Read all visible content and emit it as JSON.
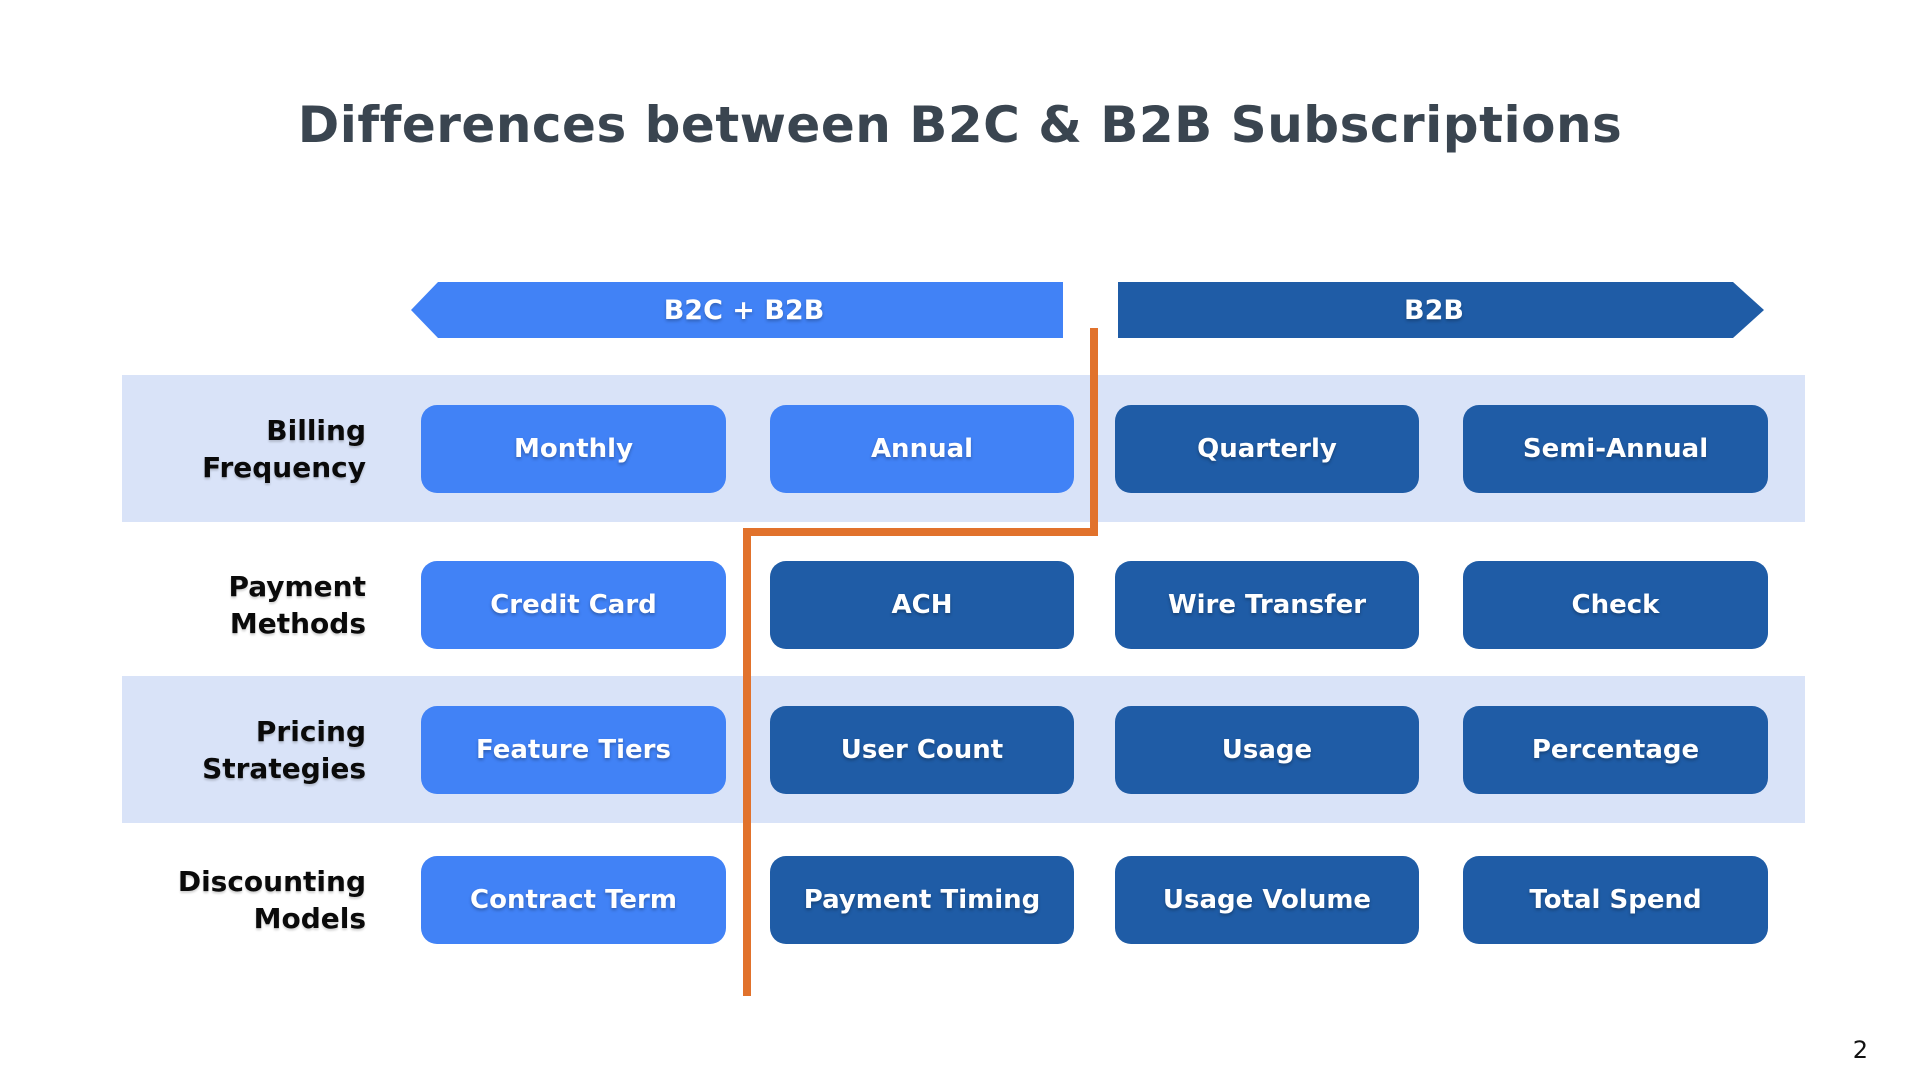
{
  "slide": {
    "title": "Differences between B2C & B2B Subscriptions",
    "page_number": "2"
  },
  "banners": {
    "left": {
      "label": "B2C + B2B"
    },
    "right": {
      "label": "B2B"
    }
  },
  "rows": [
    {
      "label_lines": [
        "Billing",
        "Frequency"
      ],
      "cells": [
        {
          "label": "Monthly",
          "variant": "b2c-b2b"
        },
        {
          "label": "Annual",
          "variant": "b2c-b2b"
        },
        {
          "label": "Quarterly",
          "variant": "b2b"
        },
        {
          "label": "Semi-Annual",
          "variant": "b2b"
        }
      ]
    },
    {
      "label_lines": [
        "Payment",
        "Methods"
      ],
      "cells": [
        {
          "label": "Credit Card",
          "variant": "b2c-b2b"
        },
        {
          "label": "ACH",
          "variant": "b2b"
        },
        {
          "label": "Wire Transfer",
          "variant": "b2b"
        },
        {
          "label": "Check",
          "variant": "b2b"
        }
      ]
    },
    {
      "label_lines": [
        "Pricing",
        "Strategies"
      ],
      "cells": [
        {
          "label": "Feature Tiers",
          "variant": "b2c-b2b"
        },
        {
          "label": "User Count",
          "variant": "b2b"
        },
        {
          "label": "Usage",
          "variant": "b2b"
        },
        {
          "label": "Percentage",
          "variant": "b2b"
        }
      ]
    },
    {
      "label_lines": [
        "Discounting",
        "Models"
      ],
      "cells": [
        {
          "label": "Contract Term",
          "variant": "b2c-b2b"
        },
        {
          "label": "Payment Timing",
          "variant": "b2b"
        },
        {
          "label": "Usage Volume",
          "variant": "b2b"
        },
        {
          "label": "Total Spend",
          "variant": "b2b"
        }
      ]
    }
  ],
  "colors": {
    "b2c_b2b_blue": "#4182F6",
    "b2b_dark_blue": "#1F5CA6",
    "highlight_band": "#D9E3F8",
    "divider_orange": "#E1722C",
    "title_text": "#3A4550",
    "label_text": "#0A0A0A",
    "pill_text": "#FFFFFF"
  }
}
